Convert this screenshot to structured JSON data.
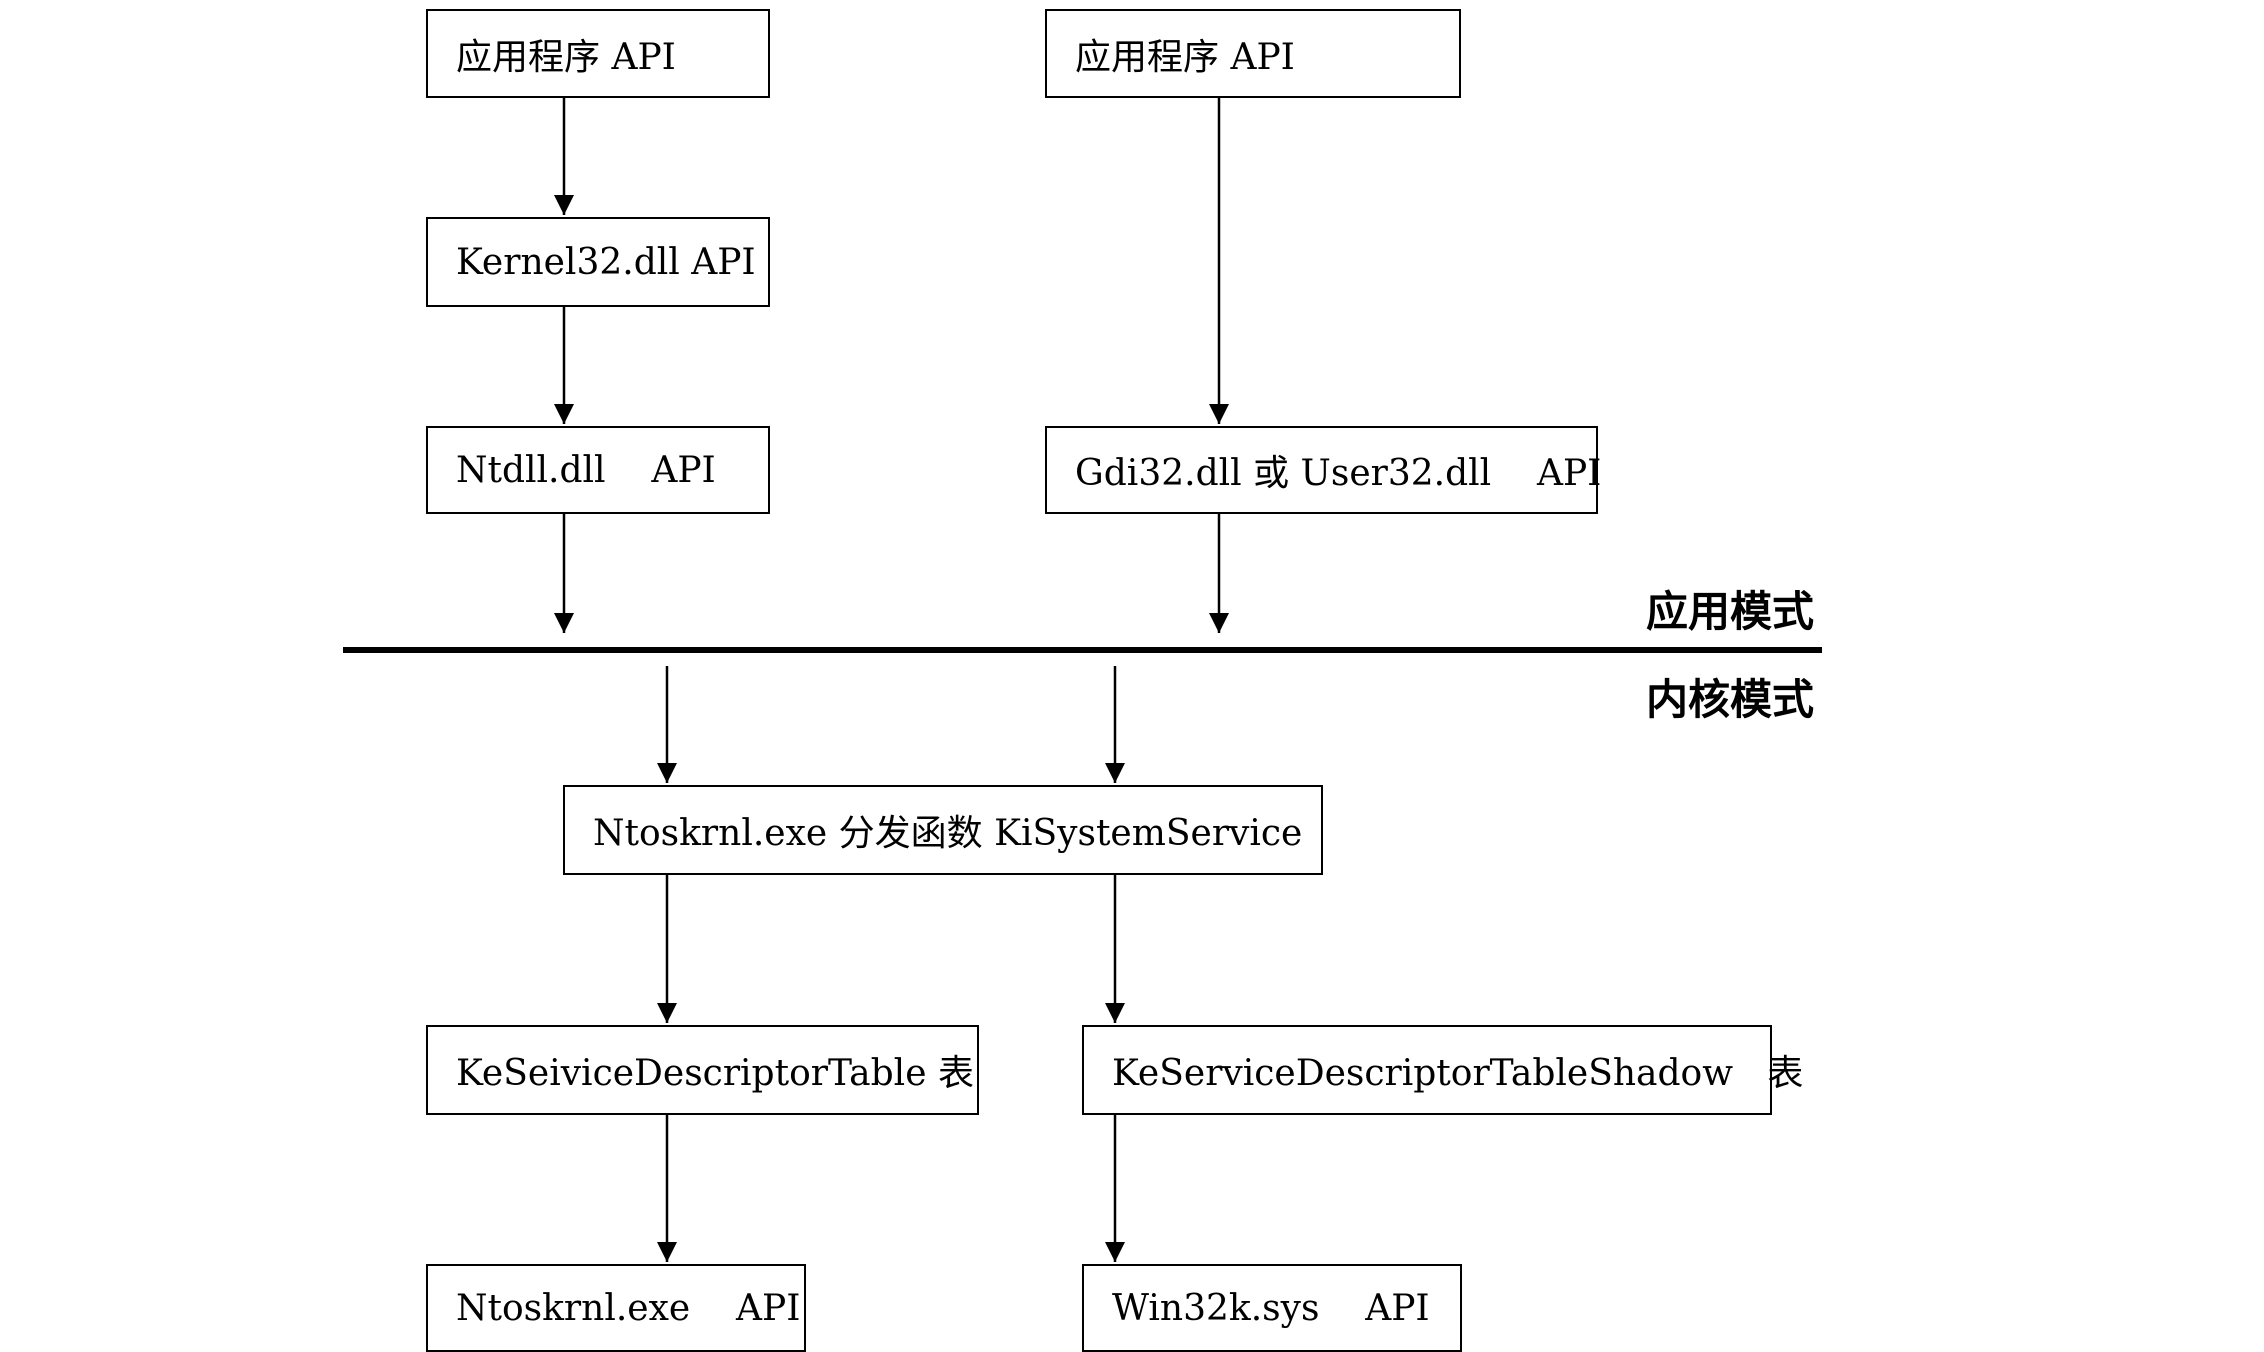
{
  "boxes": {
    "app_api_left": "应用程序 API",
    "app_api_right": "应用程序 API",
    "kernel32": "Kernel32.dll API",
    "ntdll": "Ntdll.dll    API",
    "gdi32_user32": "Gdi32.dll 或 User32.dll    API",
    "dispatch": "Ntoskrnl.exe 分发函数 KiSystemService",
    "ssdt": "KeSeiviceDescriptorTable 表",
    "ssdt_shadow": "KeServiceDescriptorTableShadow   表",
    "ntoskrnl_api": "Ntoskrnl.exe    API",
    "win32k_api": "Win32k.sys    API"
  },
  "labels": {
    "user_mode": "应用模式",
    "kernel_mode": "内核模式"
  }
}
